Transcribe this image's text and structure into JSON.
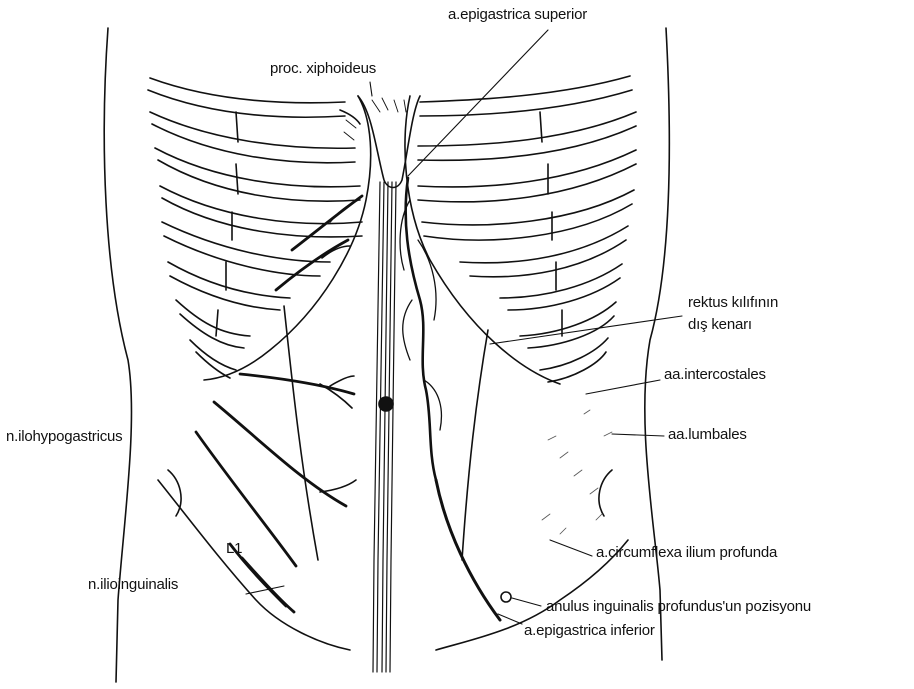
{
  "labels": {
    "epigastrica_superior": "a.epigastrica superior",
    "proc_xiphoideus": "proc. xiphoideus",
    "rektus_line1": "rektus kılıfının",
    "rektus_line2": "dış kenarı",
    "intercostales": "aa.intercostales",
    "lumbales": "aa.lumbales",
    "ilohypogastricus": "n.ilohypogastricus",
    "l1": "L1",
    "ilioinguinalis": "n.ilioinguinalis",
    "circumflexa": "a.circumflexa ilium profunda",
    "anulus": "anulus inguinalis profundus'un pozisyonu",
    "epigastrica_inferior": "a.epigastrica inferior"
  },
  "colors": {
    "ink": "#111111",
    "paper": "#ffffff"
  }
}
